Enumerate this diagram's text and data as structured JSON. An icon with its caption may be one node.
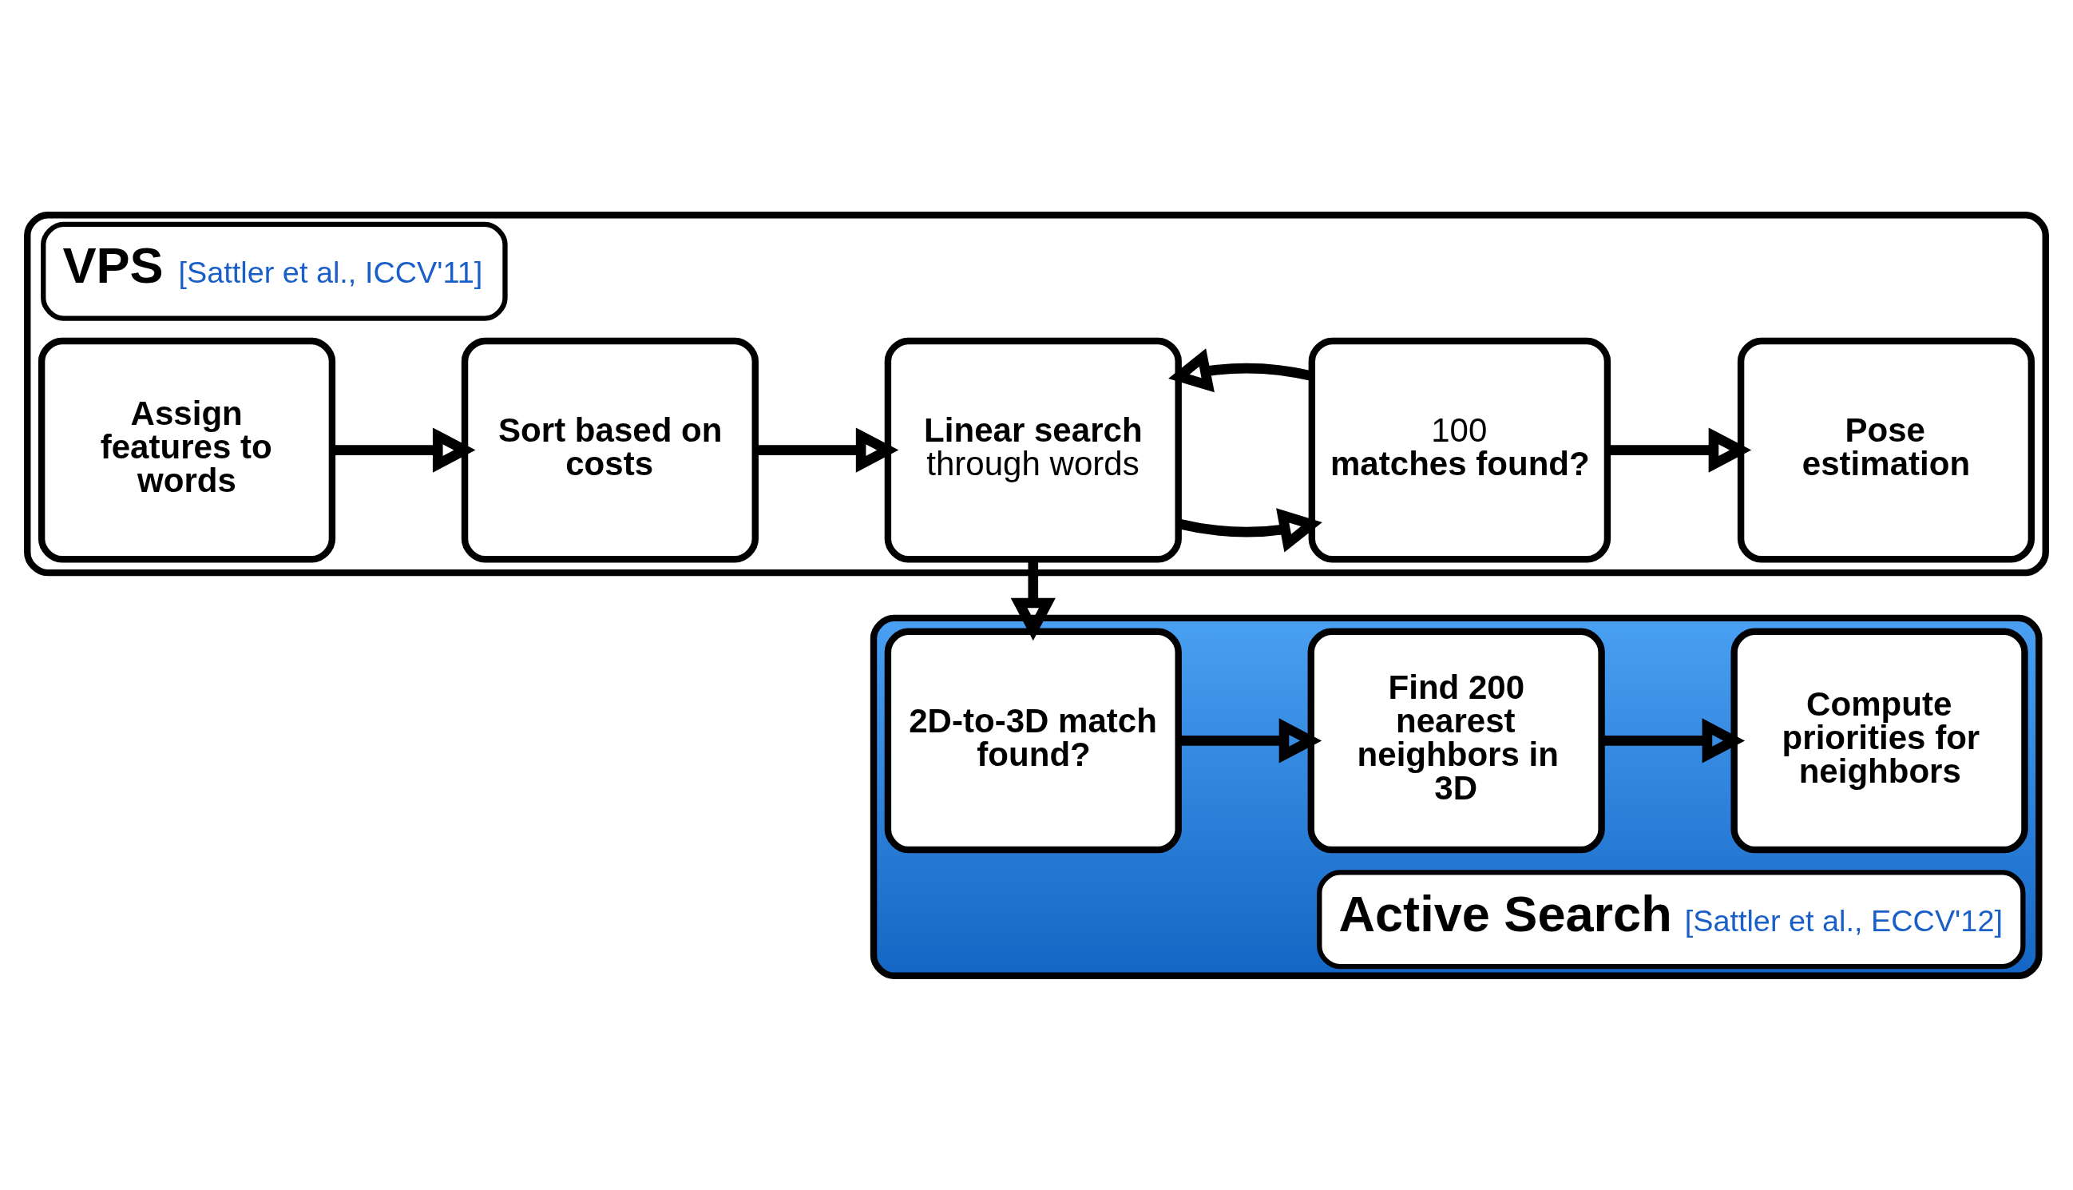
{
  "diagram": {
    "nodes": [
      {
        "text": [
          "VPS",
          "[Sattler et al., ICCV'11]"
        ]
      },
      {
        "text": [
          "Assign features to words"
        ],
        "in": 0
      },
      {
        "text": [
          "Sort based on costs"
        ],
        "in": 0
      },
      {
        "text": [
          "Linear search",
          "through words"
        ],
        "in": 0
      },
      {
        "text": [
          "100",
          "matches found?"
        ],
        "in": 0
      },
      {
        "text": [
          "Pose estimation"
        ],
        "in": 0
      },
      {
        "text": [
          "Active Search",
          "[Sattler et al., ECCV'12]"
        ]
      },
      {
        "text": [
          "2D-to-3D match found?"
        ],
        "in": 6
      },
      {
        "text": [
          "Find 200 nearest neighbors in 3D"
        ],
        "in": 6
      },
      {
        "text": [
          "Compute priorities for neighbors"
        ],
        "in": 6
      }
    ],
    "edges": [
      {
        "from": 1,
        "to": 2,
        "arrow": "to"
      },
      {
        "from": 2,
        "to": 3,
        "arrow": "to"
      },
      {
        "from": 3,
        "to": 4,
        "arrow": "to"
      },
      {
        "from": 4,
        "to": 3,
        "arrow": "to"
      },
      {
        "from": 4,
        "to": 5,
        "arrow": "to"
      },
      {
        "from": 3,
        "to": 7,
        "arrow": "to"
      },
      {
        "from": 7,
        "to": 8,
        "arrow": "to"
      },
      {
        "from": 8,
        "to": 9,
        "arrow": "to"
      }
    ]
  }
}
